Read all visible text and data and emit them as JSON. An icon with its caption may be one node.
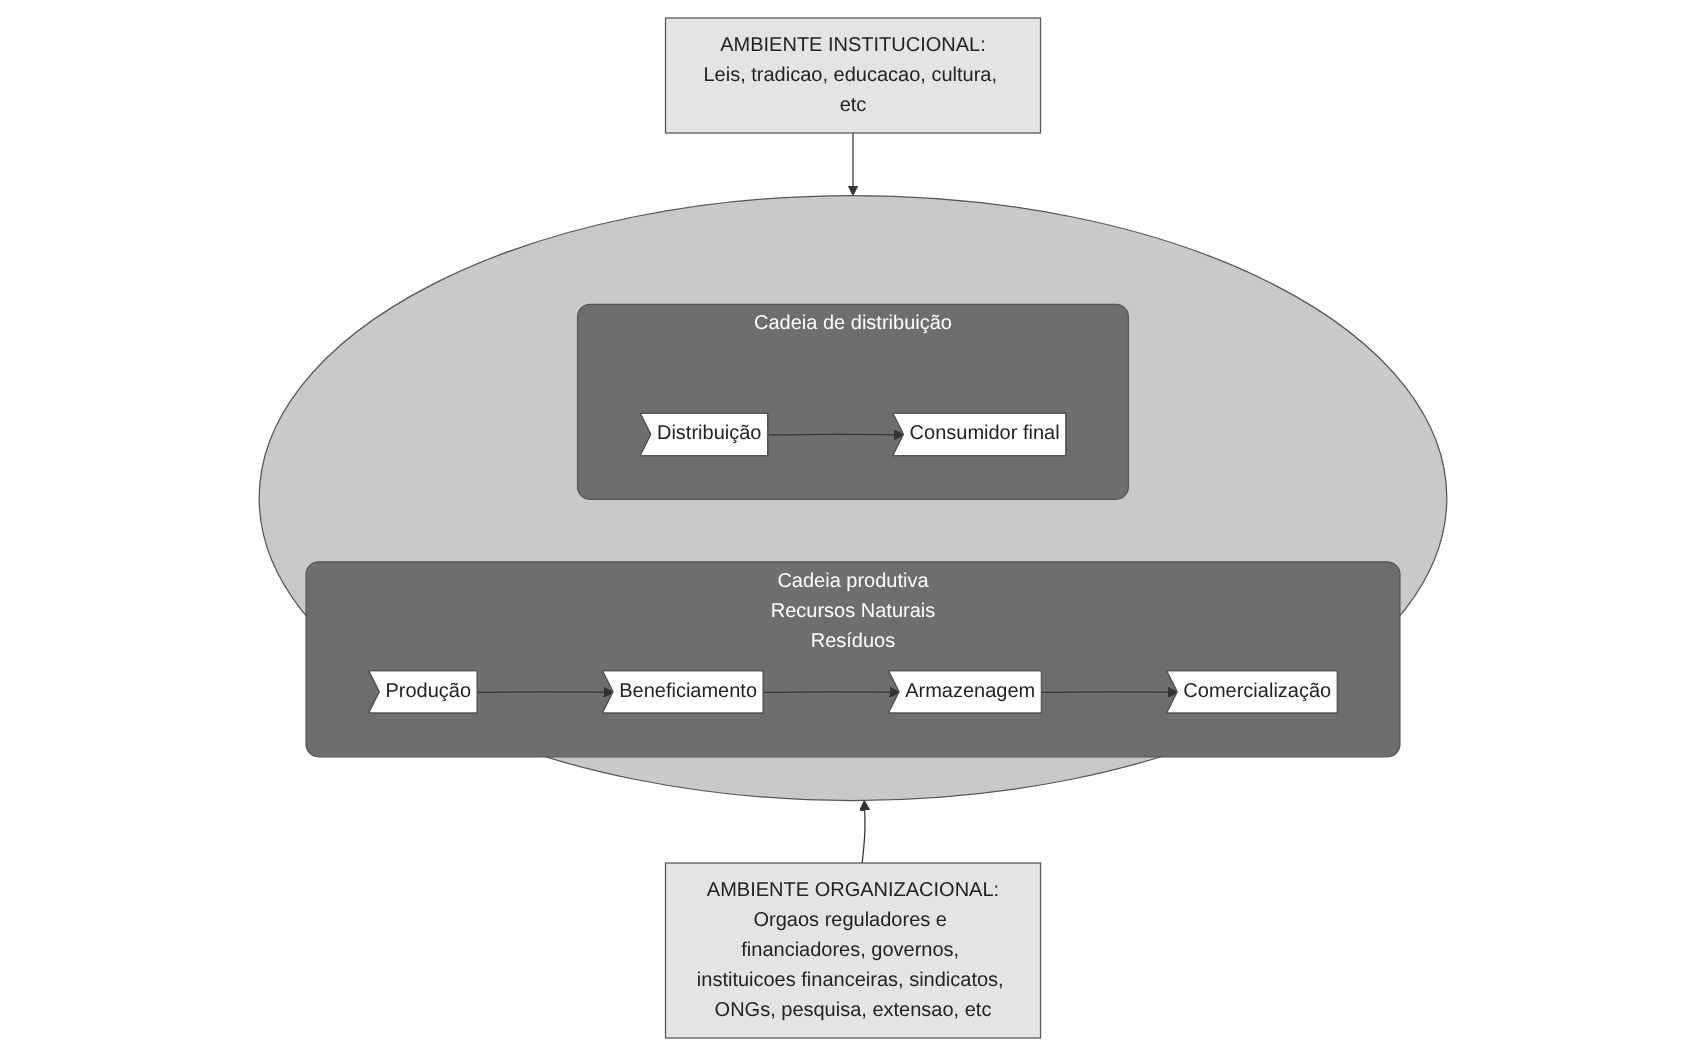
{
  "diagram": {
    "nodes": [
      {
        "text": [
          "AMBIENTE INSTITUCIONAL:",
          "Leis, tradicao, educacao, cultura, etc"
        ]
      },
      {
        "text": [],
        "shape": "ellipse"
      },
      {
        "text": [
          "Cadeia produtiva",
          "Recursos Naturais",
          "Resíduos"
        ],
        "in": 1
      },
      {
        "text": [
          "Produção"
        ],
        "in": 2
      },
      {
        "text": [
          "Beneficiamento"
        ],
        "in": 2
      },
      {
        "text": [
          "Armazenagem"
        ],
        "in": 2
      },
      {
        "text": [
          "Comercialização"
        ],
        "in": 2
      },
      {
        "text": [
          "Cadeia de distribuição"
        ],
        "in": 1
      },
      {
        "text": [
          "Distribuição"
        ],
        "in": 7
      },
      {
        "text": [
          "Consumidor final"
        ],
        "in": 7
      },
      {
        "text": [
          "AMBIENTE ORGANIZACIONAL:",
          "Orgaos reguladores e financiadores, governos, instituicoes financeiras, sindicatos, ONGs, pesquisa, extensao, etc"
        ]
      }
    ],
    "edges": [
      {
        "from": 0,
        "to": 1,
        "arrow": "to"
      },
      {
        "from": 3,
        "to": 4,
        "arrow": "to"
      },
      {
        "from": 4,
        "to": 5,
        "arrow": "to"
      },
      {
        "from": 5,
        "to": 6,
        "arrow": "to"
      },
      {
        "from": 8,
        "to": 9,
        "arrow": "to"
      },
      {
        "from": 10,
        "to": 1,
        "arrow": "to"
      }
    ]
  }
}
